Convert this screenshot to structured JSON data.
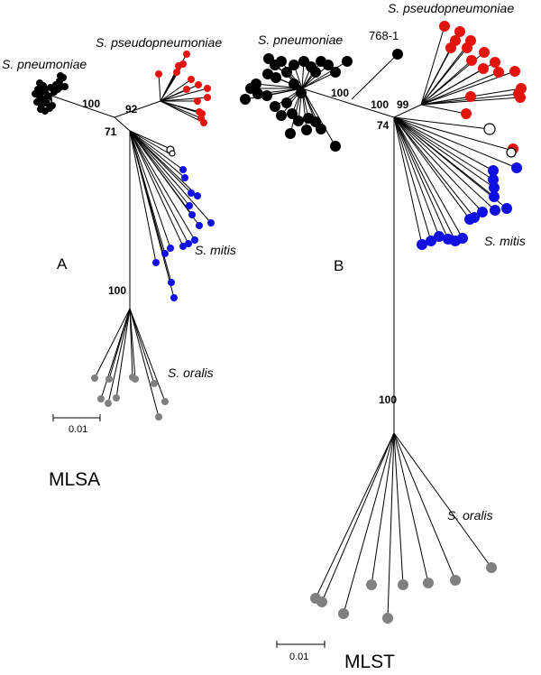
{
  "colors": {
    "pneumoniae": "#000000",
    "pseudopneumoniae": "#e3140d",
    "mitis": "#1010e0",
    "oralis": "#808080",
    "unassigned": "#ffffff"
  },
  "panel_a": {
    "letter": "A",
    "method": "MLSA",
    "species": {
      "pneumoniae": "S. pneumoniae",
      "pseudopneumoniae": "S. pseudopneumoniae",
      "mitis": "S. mitis",
      "oralis": "S. oralis"
    },
    "bootstrap": {
      "pneumoniae_split": "100",
      "pseudopneumoniae_split": "92",
      "mitis_split": "71",
      "oralis_split": "100"
    },
    "scale_bar": "0.01"
  },
  "panel_b": {
    "letter": "B",
    "method": "MLST",
    "species": {
      "pneumoniae": "S. pneumoniae",
      "pseudopneumoniae": "S. pseudopneumoniae",
      "mitis": "S. mitis",
      "oralis": "S. oralis"
    },
    "bootstrap": {
      "pneumoniae_split": "100",
      "pseudopneumoniae_split_left": "100",
      "pseudopneumoniae_split_right": "99",
      "mitis_split": "74",
      "oralis_split": "100"
    },
    "isolate_label": "768-1",
    "scale_bar": "0.01"
  }
}
